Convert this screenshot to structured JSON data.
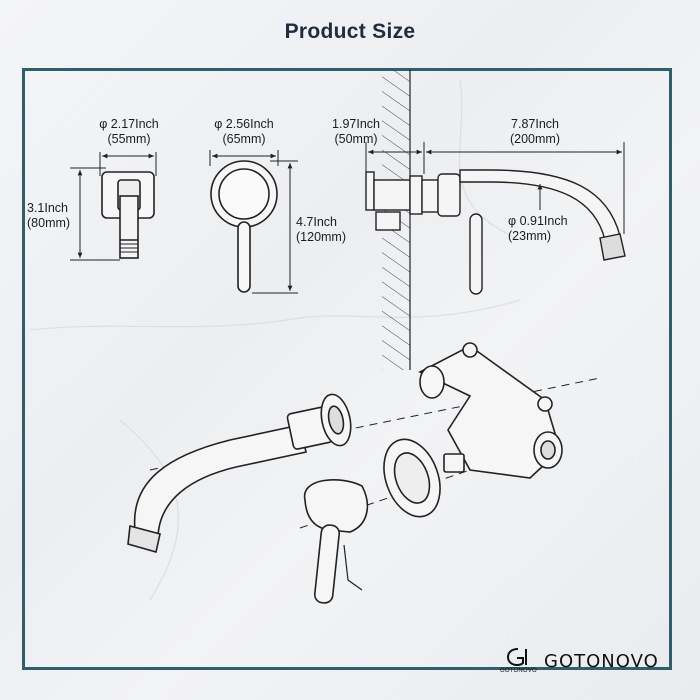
{
  "title": "Product Size",
  "dimensions": {
    "spout_diameter": {
      "line1": "φ 2.17Inch",
      "line2": "(55mm)"
    },
    "spout_height": {
      "line1": "3.1Inch",
      "line2": "(80mm)"
    },
    "handle_diameter": {
      "line1": "φ 2.56Inch",
      "line2": "(65mm)"
    },
    "handle_height": {
      "line1": "4.7Inch",
      "line2": "(120mm)"
    },
    "wall_depth": {
      "line1": "1.97Inch",
      "line2": "(50mm)"
    },
    "spout_length": {
      "line1": "7.87Inch",
      "line2": "(200mm)"
    },
    "outlet_diameter": {
      "line1": "φ 0.91Inch",
      "line2": "(23mm)"
    }
  },
  "brand": {
    "name": "GOTONOVO",
    "small": "GOTONOVO"
  },
  "colors": {
    "frame": "#2e5f6b",
    "title": "#1f2d3d"
  }
}
